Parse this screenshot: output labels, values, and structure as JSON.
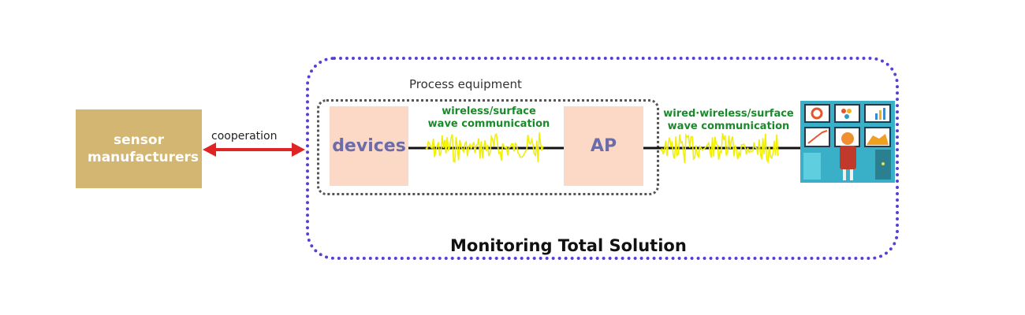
{
  "diagram": {
    "sensor_box": {
      "label": "sensor manufacturers"
    },
    "cooperation": {
      "label": "cooperation"
    },
    "process_equipment": {
      "label": "Process equipment"
    },
    "devices": {
      "label": "devices"
    },
    "ap": {
      "label": "AP"
    },
    "link1": {
      "line1": "wireless/surface",
      "line2": "wave communication"
    },
    "link2": {
      "line1": "wired·wireless/surface",
      "line2": "wave communication"
    },
    "monitoring": {
      "label": "Monitoring Total Solution"
    },
    "operator_icon": "monitoring-operator-icon"
  },
  "colors": {
    "sensor_fill": "#d4b673",
    "node_fill": "#fcd9c6",
    "node_text": "#6c6ca8",
    "arrow": "#e02424",
    "outer_border": "#5a3fd0",
    "wave": "#f0f000",
    "green_text": "#1a8a2a"
  }
}
